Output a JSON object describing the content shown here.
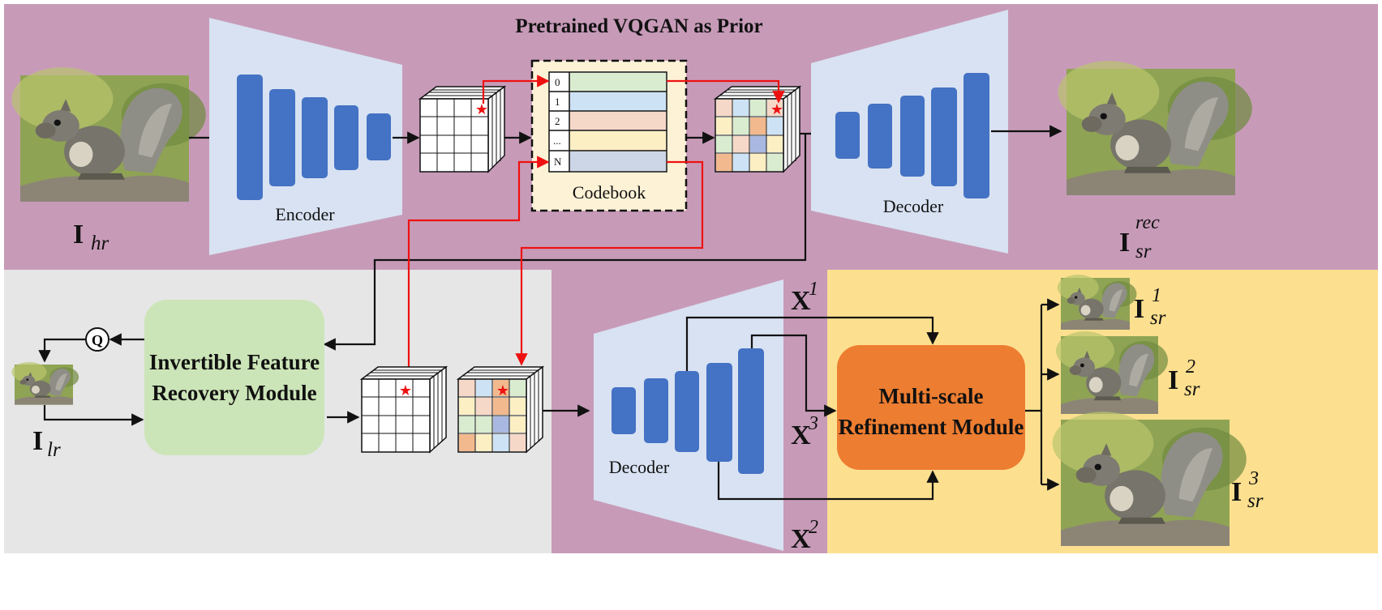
{
  "title": "Pretrained VQGAN as Prior",
  "encoder_label": "Encoder",
  "decoder_top_label": "Decoder",
  "decoder_bottom_label": "Decoder",
  "codebook": {
    "label": "Codebook",
    "indices": [
      "0",
      "1",
      "2",
      "...",
      "N"
    ]
  },
  "ifrm_label_line1": "Invertible Feature",
  "ifrm_label_line2": "Recovery Module",
  "msrm_label_line1": "Multi-scale",
  "msrm_label_line2": "Refinement Module",
  "quantizer_symbol": "Q",
  "images": {
    "hr": {
      "base": "I",
      "sub": "hr",
      "sup": ""
    },
    "rec": {
      "base": "I",
      "sub": "sr",
      "sup": "rec"
    },
    "lr": {
      "base": "I",
      "sub": "lr",
      "sup": ""
    },
    "sr1": {
      "base": "I",
      "sub": "sr",
      "sup": "1"
    },
    "sr2": {
      "base": "I",
      "sub": "sr",
      "sup": "2"
    },
    "sr3": {
      "base": "I",
      "sub": "sr",
      "sup": "3"
    }
  },
  "features": {
    "x1": {
      "base": "X",
      "sup": "1"
    },
    "x2": {
      "base": "X",
      "sup": "2"
    },
    "x3": {
      "base": "X",
      "sup": "3"
    }
  },
  "colors": {
    "prior_bg": "#c79bb8",
    "gray_bg": "#e6e6e6",
    "yellow_bg": "#fde08f",
    "trapezoid": "#d8e2f2",
    "bar": "#4472c4",
    "green_module": "#cce5b8",
    "orange_module": "#ed7d31",
    "codebook_bg": "#fdf2d6",
    "arrow_red": "#ee1111"
  }
}
